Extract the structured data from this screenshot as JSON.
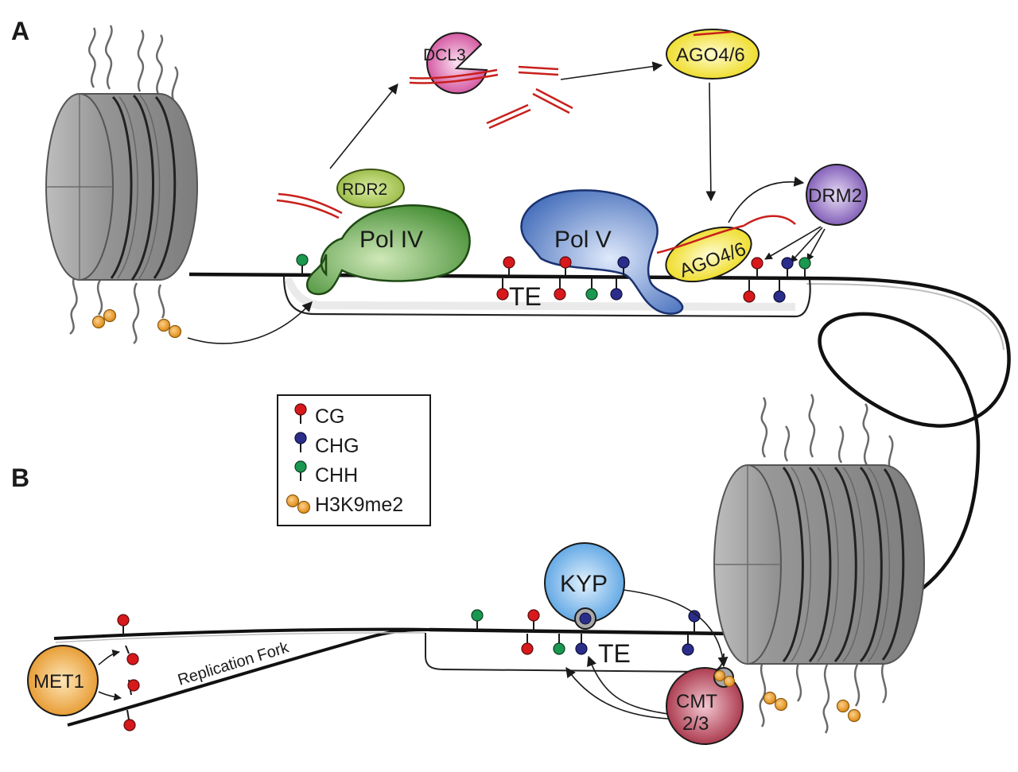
{
  "panels": {
    "a": "A",
    "b": "B"
  },
  "proteins": {
    "dcl3": "DCL3",
    "ago_top": "AGO4/6",
    "ago_bound": "AGO4/6",
    "drm2": "DRM2",
    "rdr2": "RDR2",
    "pol4": "Pol IV",
    "pol5": "Pol V",
    "kyp": "KYP",
    "met1": "MET1",
    "cmt_line1": "CMT",
    "cmt_line2": "2/3"
  },
  "te": {
    "a": "TE",
    "b": "TE"
  },
  "fork": "Replication Fork",
  "legend": [
    {
      "label": "CG",
      "color": "#d7191c"
    },
    {
      "label": "CHG",
      "color": "#2b2d8a"
    },
    {
      "label": "CHH",
      "color": "#1a9850"
    },
    {
      "label": "H3K9me2",
      "color": "#e8901c"
    }
  ],
  "colors": {
    "cg": "#d7191c",
    "chg": "#2b2d8a",
    "chh": "#1a9850",
    "h3k9me2": "#e8901c",
    "sirna": "#c8201c",
    "pol4": "#4f9a3c",
    "pol5": "#4a78c4",
    "rdr2": "#a3c24a",
    "ago": "#f0e020",
    "dcl3": "#d84c9c",
    "drm2": "#7e57b8",
    "kyp": "#5aa9e6",
    "met1": "#e89a28",
    "cmt": "#a82840",
    "nucleosome": "#a8a8a8"
  }
}
